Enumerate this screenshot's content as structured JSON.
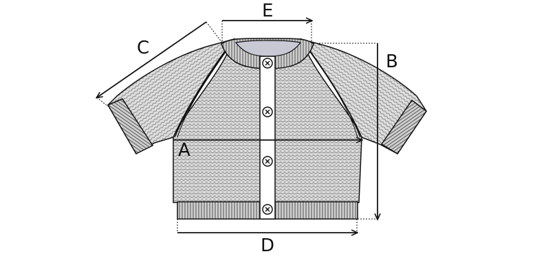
{
  "diagram": {
    "labels": {
      "a": "A",
      "b": "B",
      "c": "C",
      "d": "D",
      "e": "E"
    },
    "buttons": 4,
    "colors": {
      "stroke": "#111111",
      "knit_fill": "#dcdcdc",
      "ribbing_fill": "#cfcfcf",
      "neck_inner": "#c9c9d6",
      "placket_fill": "#ffffff"
    }
  }
}
